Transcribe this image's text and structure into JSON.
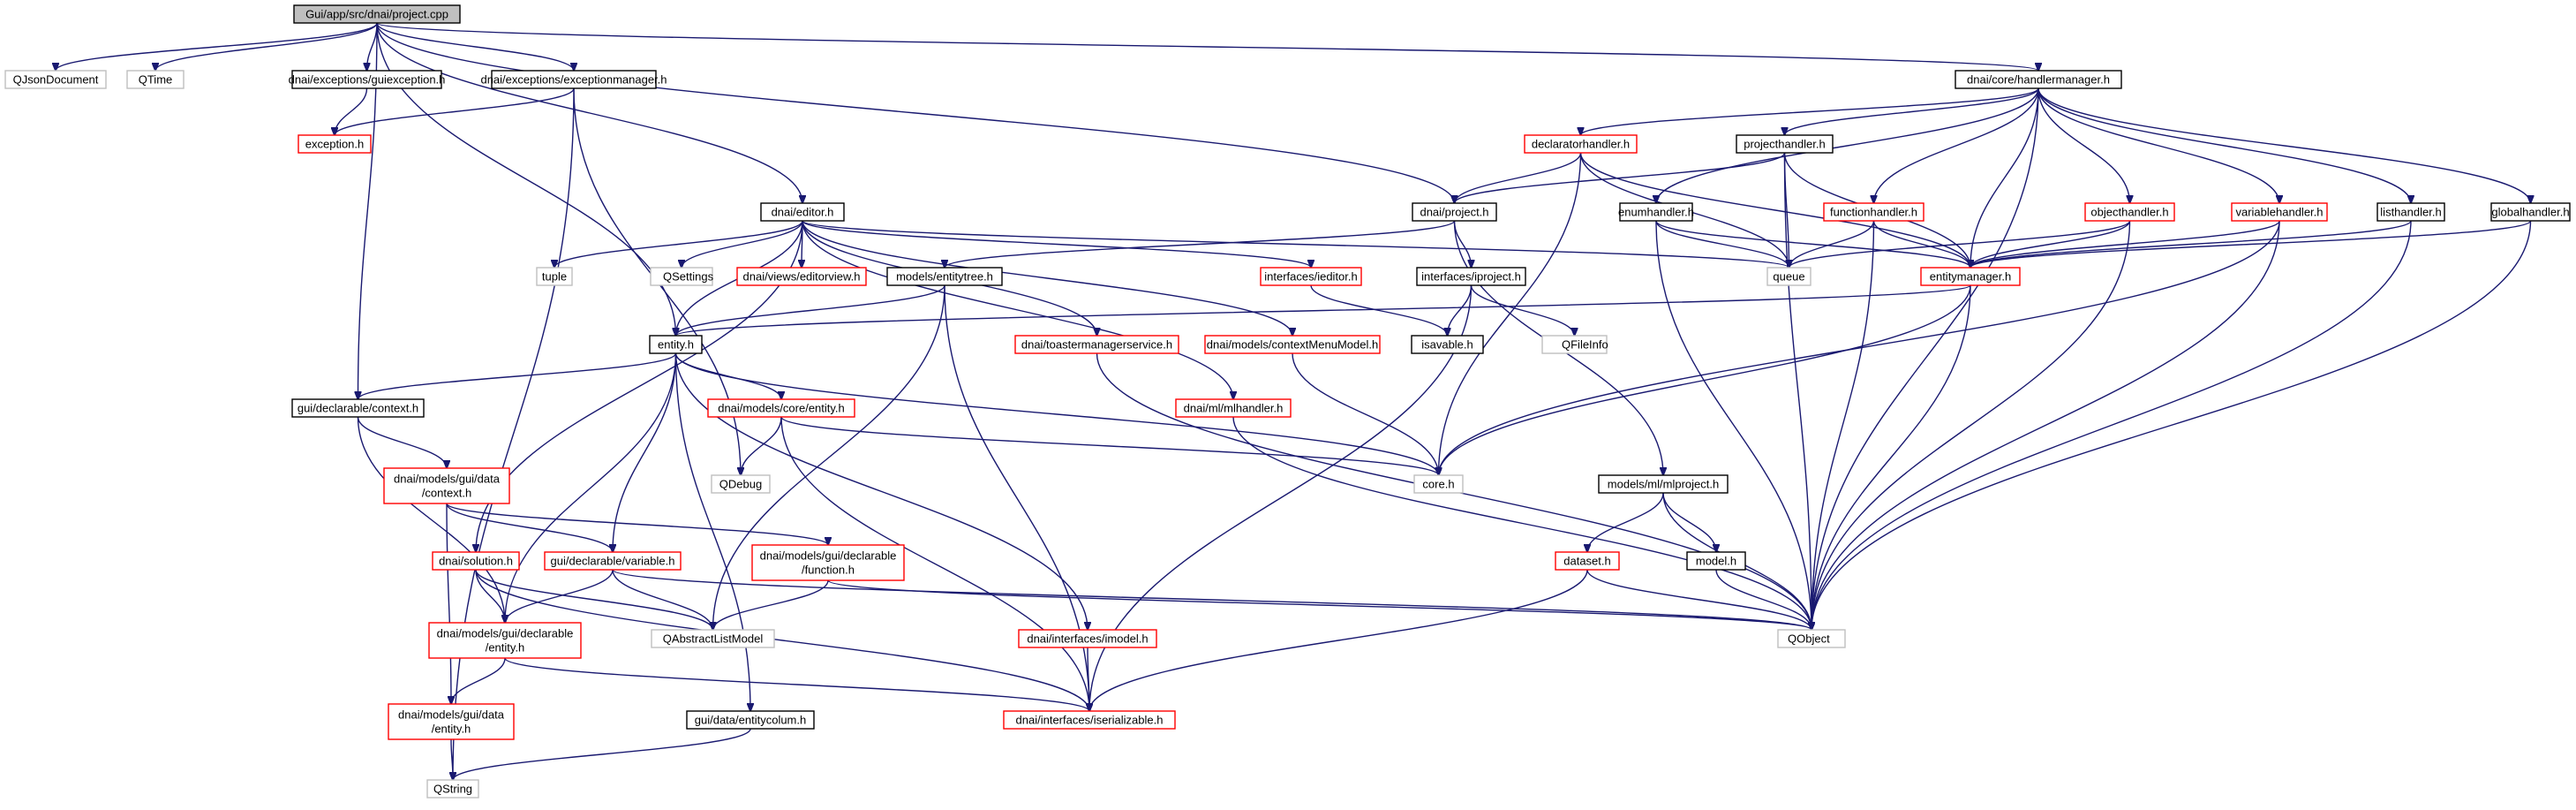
{
  "graph": {
    "colors": {
      "edge": "#191970",
      "found_border": "#000000",
      "missing_border": "#ff0000",
      "system_border": "#bfbfbf",
      "root_fill": "#bfbfbf"
    },
    "nodes": [
      {
        "id": "root",
        "lines": [
          "Gui/app/src/dnai/project.cpp"
        ],
        "kind": "root"
      },
      {
        "id": "qjsondocument",
        "lines": [
          "QJsonDocument"
        ],
        "kind": "system"
      },
      {
        "id": "qtime",
        "lines": [
          "QTime"
        ],
        "kind": "system"
      },
      {
        "id": "guiexception",
        "lines": [
          "dnai/exceptions/guiexception.h"
        ],
        "kind": "found"
      },
      {
        "id": "exceptionmanager",
        "lines": [
          "dnai/exceptions/exceptionmanager.h"
        ],
        "kind": "found"
      },
      {
        "id": "handlermanager",
        "lines": [
          "dnai/core/handlermanager.h"
        ],
        "kind": "found"
      },
      {
        "id": "exception",
        "lines": [
          "exception.h"
        ],
        "kind": "missing"
      },
      {
        "id": "declaratorhandler",
        "lines": [
          "declaratorhandler.h"
        ],
        "kind": "missing"
      },
      {
        "id": "projecthandler",
        "lines": [
          "projecthandler.h"
        ],
        "kind": "found"
      },
      {
        "id": "editor",
        "lines": [
          "dnai/editor.h"
        ],
        "kind": "found"
      },
      {
        "id": "project",
        "lines": [
          "dnai/project.h"
        ],
        "kind": "found"
      },
      {
        "id": "enumhandler",
        "lines": [
          "enumhandler.h"
        ],
        "kind": "found"
      },
      {
        "id": "functionhandler",
        "lines": [
          "functionhandler.h"
        ],
        "kind": "missing"
      },
      {
        "id": "objecthandler",
        "lines": [
          "objecthandler.h"
        ],
        "kind": "missing"
      },
      {
        "id": "variablehandler",
        "lines": [
          "variablehandler.h"
        ],
        "kind": "missing"
      },
      {
        "id": "listhandler",
        "lines": [
          "listhandler.h"
        ],
        "kind": "found"
      },
      {
        "id": "globalhandler",
        "lines": [
          "globalhandler.h"
        ],
        "kind": "found"
      },
      {
        "id": "tuple",
        "lines": [
          "tuple"
        ],
        "kind": "system"
      },
      {
        "id": "qsettings",
        "lines": [
          "QSettings"
        ],
        "kind": "system"
      },
      {
        "id": "editorview",
        "lines": [
          "dnai/views/editorview.h"
        ],
        "kind": "missing"
      },
      {
        "id": "entitytree",
        "lines": [
          "models/entitytree.h"
        ],
        "kind": "found"
      },
      {
        "id": "ieditor",
        "lines": [
          "interfaces/ieditor.h"
        ],
        "kind": "missing"
      },
      {
        "id": "iproject",
        "lines": [
          "interfaces/iproject.h"
        ],
        "kind": "found"
      },
      {
        "id": "queue",
        "lines": [
          "queue"
        ],
        "kind": "system"
      },
      {
        "id": "entitymanager",
        "lines": [
          "entitymanager.h"
        ],
        "kind": "missing"
      },
      {
        "id": "entity",
        "lines": [
          "entity.h"
        ],
        "kind": "found"
      },
      {
        "id": "toastermanager",
        "lines": [
          "dnai/toastermanagerservice.h"
        ],
        "kind": "missing"
      },
      {
        "id": "contextmenumodel",
        "lines": [
          "dnai/models/contextMenuModel.h"
        ],
        "kind": "missing"
      },
      {
        "id": "isavable",
        "lines": [
          "isavable.h"
        ],
        "kind": "found"
      },
      {
        "id": "qfileinfo",
        "lines": [
          "QFileInfo"
        ],
        "kind": "system"
      },
      {
        "id": "context",
        "lines": [
          "gui/declarable/context.h"
        ],
        "kind": "found"
      },
      {
        "id": "coreentity",
        "lines": [
          "dnai/models/core/entity.h"
        ],
        "kind": "missing"
      },
      {
        "id": "mlhandler",
        "lines": [
          "dnai/ml/mlhandler.h"
        ],
        "kind": "missing"
      },
      {
        "id": "coreh",
        "lines": [
          "core.h"
        ],
        "kind": "system"
      },
      {
        "id": "mlproject",
        "lines": [
          "models/ml/mlproject.h"
        ],
        "kind": "found"
      },
      {
        "id": "guidatacontext",
        "lines": [
          "dnai/models/gui/data",
          "/context.h"
        ],
        "kind": "missing"
      },
      {
        "id": "qdebug",
        "lines": [
          "QDebug"
        ],
        "kind": "system"
      },
      {
        "id": "solution",
        "lines": [
          "dnai/solution.h"
        ],
        "kind": "missing"
      },
      {
        "id": "variable",
        "lines": [
          "gui/declarable/variable.h"
        ],
        "kind": "missing"
      },
      {
        "id": "function",
        "lines": [
          "dnai/models/gui/declarable",
          "/function.h"
        ],
        "kind": "missing"
      },
      {
        "id": "dataset",
        "lines": [
          "dataset.h"
        ],
        "kind": "missing"
      },
      {
        "id": "model",
        "lines": [
          "model.h"
        ],
        "kind": "found"
      },
      {
        "id": "declentity",
        "lines": [
          "dnai/models/gui/declarable",
          "/entity.h"
        ],
        "kind": "missing"
      },
      {
        "id": "qabstractlistmodel",
        "lines": [
          "QAbstractListModel"
        ],
        "kind": "system"
      },
      {
        "id": "imodel",
        "lines": [
          "dnai/interfaces/imodel.h"
        ],
        "kind": "missing"
      },
      {
        "id": "qobject",
        "lines": [
          "QObject"
        ],
        "kind": "system"
      },
      {
        "id": "dataentity",
        "lines": [
          "dnai/models/gui/data",
          "/entity.h"
        ],
        "kind": "missing"
      },
      {
        "id": "entitycolum",
        "lines": [
          "gui/data/entitycolum.h"
        ],
        "kind": "found"
      },
      {
        "id": "iserializable",
        "lines": [
          "dnai/interfaces/iserializable.h"
        ],
        "kind": "missing"
      },
      {
        "id": "qstring",
        "lines": [
          "QString"
        ],
        "kind": "system"
      }
    ],
    "edges": [
      [
        "root",
        "qjsondocument"
      ],
      [
        "root",
        "qtime"
      ],
      [
        "root",
        "guiexception"
      ],
      [
        "root",
        "exceptionmanager"
      ],
      [
        "root",
        "handlermanager"
      ],
      [
        "root",
        "editor"
      ],
      [
        "root",
        "project"
      ],
      [
        "root",
        "entity"
      ],
      [
        "root",
        "context"
      ],
      [
        "guiexception",
        "exception"
      ],
      [
        "exceptionmanager",
        "exception"
      ],
      [
        "exceptionmanager",
        "qdebug"
      ],
      [
        "exceptionmanager",
        "qstring"
      ],
      [
        "handlermanager",
        "declaratorhandler"
      ],
      [
        "handlermanager",
        "projecthandler"
      ],
      [
        "handlermanager",
        "enumhandler"
      ],
      [
        "handlermanager",
        "functionhandler"
      ],
      [
        "handlermanager",
        "objecthandler"
      ],
      [
        "handlermanager",
        "variablehandler"
      ],
      [
        "handlermanager",
        "listhandler"
      ],
      [
        "handlermanager",
        "globalhandler"
      ],
      [
        "handlermanager",
        "entitymanager"
      ],
      [
        "handlermanager",
        "qobject"
      ],
      [
        "declaratorhandler",
        "project"
      ],
      [
        "declaratorhandler",
        "queue"
      ],
      [
        "declaratorhandler",
        "entitymanager"
      ],
      [
        "declaratorhandler",
        "coreh"
      ],
      [
        "projecthandler",
        "project"
      ],
      [
        "projecthandler",
        "queue"
      ],
      [
        "projecthandler",
        "entitymanager"
      ],
      [
        "projecthandler",
        "qobject"
      ],
      [
        "enumhandler",
        "queue"
      ],
      [
        "enumhandler",
        "entitymanager"
      ],
      [
        "enumhandler",
        "qobject"
      ],
      [
        "functionhandler",
        "queue"
      ],
      [
        "functionhandler",
        "entitymanager"
      ],
      [
        "functionhandler",
        "qobject"
      ],
      [
        "objecthandler",
        "queue"
      ],
      [
        "objecthandler",
        "entitymanager"
      ],
      [
        "objecthandler",
        "qobject"
      ],
      [
        "variablehandler",
        "entitymanager"
      ],
      [
        "variablehandler",
        "coreh"
      ],
      [
        "variablehandler",
        "qobject"
      ],
      [
        "listhandler",
        "entitymanager"
      ],
      [
        "listhandler",
        "qobject"
      ],
      [
        "globalhandler",
        "entitymanager"
      ],
      [
        "globalhandler",
        "qobject"
      ],
      [
        "editor",
        "tuple"
      ],
      [
        "editor",
        "qsettings"
      ],
      [
        "editor",
        "editorview"
      ],
      [
        "editor",
        "ieditor"
      ],
      [
        "editor",
        "queue"
      ],
      [
        "editor",
        "toastermanager"
      ],
      [
        "editor",
        "contextmenumodel"
      ],
      [
        "editor",
        "mlhandler"
      ],
      [
        "editor",
        "entity"
      ],
      [
        "editor",
        "solution"
      ],
      [
        "project",
        "entitytree"
      ],
      [
        "project",
        "iproject"
      ],
      [
        "project",
        "mlproject"
      ],
      [
        "entitytree",
        "entity"
      ],
      [
        "entitytree",
        "qabstractlistmodel"
      ],
      [
        "entitytree",
        "iserializable"
      ],
      [
        "ieditor",
        "isavable"
      ],
      [
        "iproject",
        "isavable"
      ],
      [
        "iproject",
        "qfileinfo"
      ],
      [
        "iproject",
        "iserializable"
      ],
      [
        "entitymanager",
        "entity"
      ],
      [
        "entitymanager",
        "coreh"
      ],
      [
        "entitymanager",
        "qobject"
      ],
      [
        "entity",
        "context"
      ],
      [
        "entity",
        "coreentity"
      ],
      [
        "entity",
        "coreh"
      ],
      [
        "entity",
        "variable"
      ],
      [
        "entity",
        "declentity"
      ],
      [
        "entity",
        "imodel"
      ],
      [
        "entity",
        "entitycolum"
      ],
      [
        "toastermanager",
        "qobject"
      ],
      [
        "contextmenumodel",
        "coreh"
      ],
      [
        "mlhandler",
        "qobject"
      ],
      [
        "context",
        "guidatacontext"
      ],
      [
        "context",
        "declentity"
      ],
      [
        "coreentity",
        "qdebug"
      ],
      [
        "coreentity",
        "coreh"
      ],
      [
        "coreentity",
        "iserializable"
      ],
      [
        "guidatacontext",
        "variable"
      ],
      [
        "guidatacontext",
        "function"
      ],
      [
        "guidatacontext",
        "dataentity"
      ],
      [
        "mlproject",
        "dataset"
      ],
      [
        "mlproject",
        "model"
      ],
      [
        "mlproject",
        "qobject"
      ],
      [
        "solution",
        "declentity"
      ],
      [
        "solution",
        "qabstractlistmodel"
      ],
      [
        "solution",
        "iserializable"
      ],
      [
        "variable",
        "declentity"
      ],
      [
        "variable",
        "qabstractlistmodel"
      ],
      [
        "variable",
        "qobject"
      ],
      [
        "function",
        "qabstractlistmodel"
      ],
      [
        "function",
        "qobject"
      ],
      [
        "dataset",
        "qobject"
      ],
      [
        "dataset",
        "iserializable"
      ],
      [
        "model",
        "qobject"
      ],
      [
        "declentity",
        "dataentity"
      ],
      [
        "declentity",
        "iserializable"
      ],
      [
        "imodel",
        "iserializable"
      ],
      [
        "dataentity",
        "qstring"
      ],
      [
        "entitycolum",
        "qstring"
      ]
    ]
  }
}
